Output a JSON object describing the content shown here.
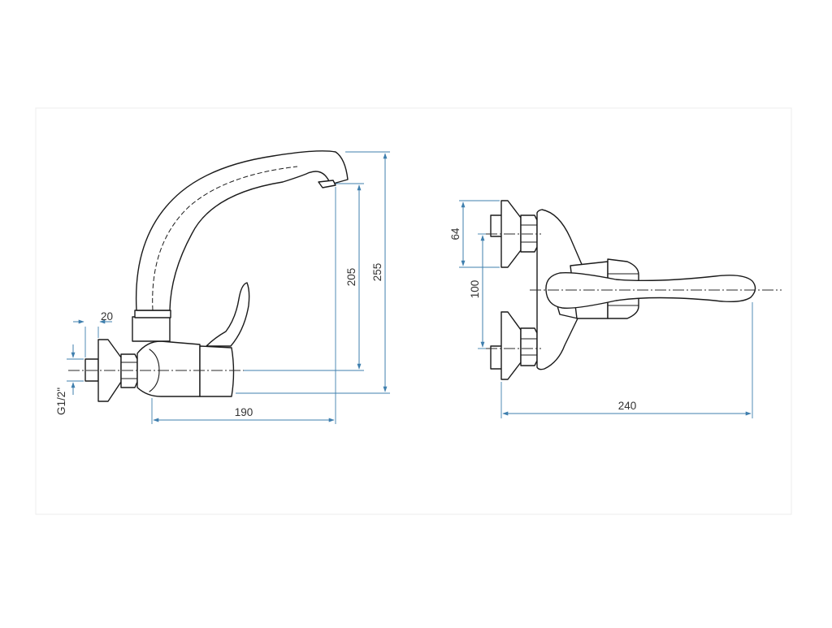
{
  "dimensions": {
    "side_view": {
      "connection_thread": "G1/2\"",
      "outlet_offset": "20",
      "projection": "190",
      "spout_height": "205",
      "overall_height": "255"
    },
    "front_view": {
      "inlet_vertical_spacing": "64",
      "inlet_center_distance": "100",
      "overall_length": "240"
    }
  },
  "colors": {
    "drawing_lines": "#1a1a1a",
    "dimension_lines": "#3f7fae",
    "dimension_text": "#333333",
    "frame": "#ececec",
    "background": "#ffffff"
  }
}
